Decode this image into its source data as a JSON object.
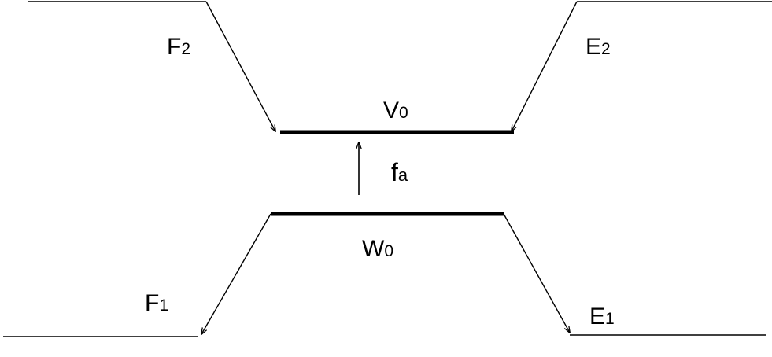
{
  "labels": {
    "v0": {
      "main": "V",
      "sub": "0"
    },
    "w0": {
      "main": "W",
      "sub": "0"
    },
    "fa": {
      "main": "f",
      "sub": "a"
    },
    "f2": {
      "main": "F",
      "sub": "2"
    },
    "e2": {
      "main": "E",
      "sub": "2"
    },
    "f1": {
      "main": "F",
      "sub": "1"
    },
    "e1": {
      "main": "E",
      "sub": "1"
    }
  },
  "colors": {
    "line": "#000000",
    "background": "#ffffff"
  }
}
